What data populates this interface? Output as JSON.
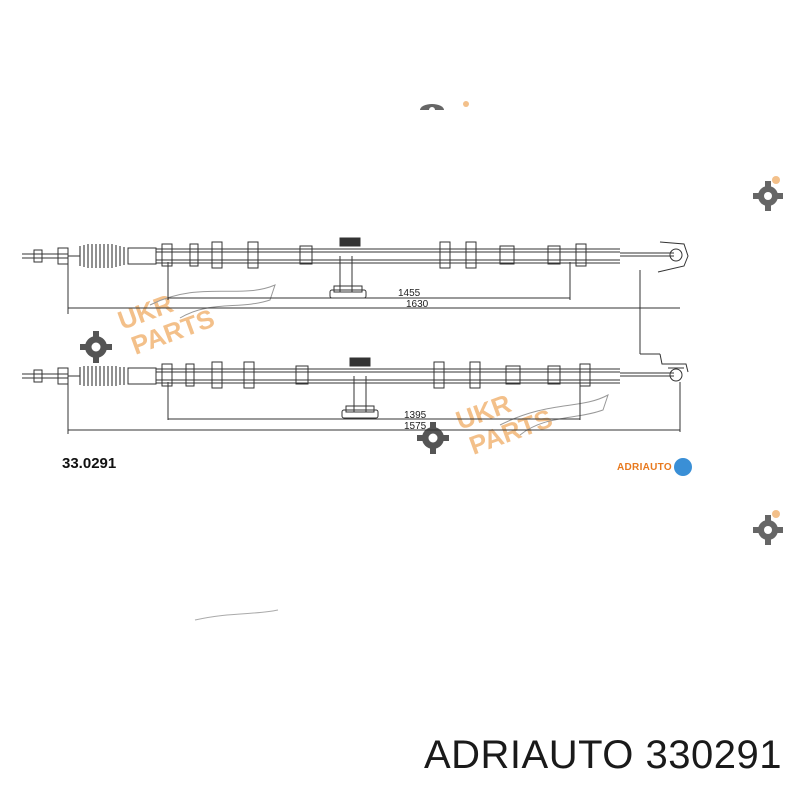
{
  "diagram": {
    "part_code": "33.0291",
    "brand_logo_text": "ADRIAUTO",
    "caption": "ADRIAUTO 330291",
    "watermark": {
      "line1": "UKR",
      "line2": "PARTS"
    },
    "cable_upper": {
      "dim_inner": "1455",
      "dim_outer": "1630"
    },
    "cable_lower": {
      "dim_inner": "1395",
      "dim_outer": "1575"
    },
    "colors": {
      "line": "#333333",
      "watermark": "#f3c08a",
      "gear": "#555555",
      "accent": "#e8791e",
      "logo_mark": "#3a8fd6"
    }
  }
}
